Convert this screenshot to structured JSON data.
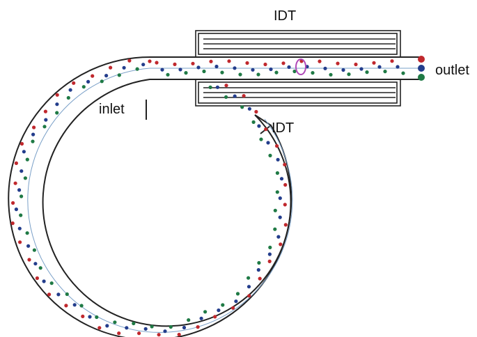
{
  "labels": {
    "idt_top": "IDT",
    "idt_bottom": "IDT",
    "inlet": "inlet",
    "outlet": "outlet"
  },
  "colors": {
    "wall": "#222222",
    "centerline": "#7aa0c8",
    "particle_red": "#c0282d",
    "particle_blue": "#233d8c",
    "particle_green": "#1f7a45",
    "focus_ring": "#b04ab8"
  },
  "particles": {
    "ring_count_per_stream": 40,
    "channel_count_per_stream": 14
  }
}
